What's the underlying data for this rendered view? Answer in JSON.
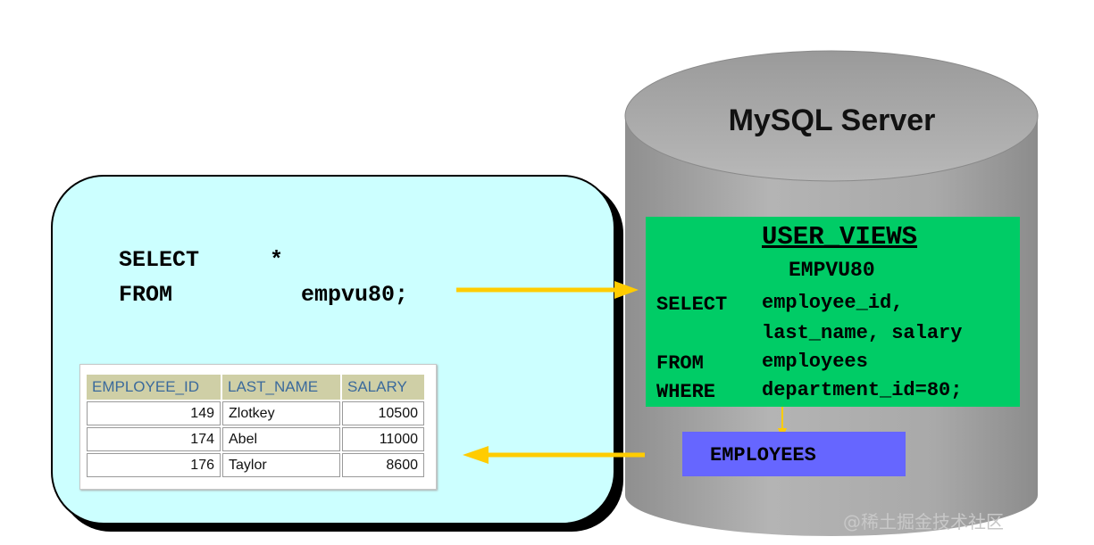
{
  "client": {
    "query_lines": [
      {
        "keyword": "SELECT",
        "value": "*"
      },
      {
        "keyword": "FROM",
        "value": "empvu80;"
      }
    ],
    "result_table": {
      "columns": [
        "EMPLOYEE_ID",
        "LAST_NAME",
        "SALARY"
      ],
      "rows": [
        [
          "149",
          "Zlotkey",
          "10500"
        ],
        [
          "174",
          "Abel",
          "11000"
        ],
        [
          "176",
          "Taylor",
          "8600"
        ]
      ]
    }
  },
  "server": {
    "title": "MySQL Server",
    "view_catalog": {
      "title": "USER_VIEWS",
      "view_name": "EMPVU80",
      "lines": [
        {
          "keyword": "SELECT",
          "text": "employee_id,"
        },
        {
          "keyword": "",
          "text": "last_name, salary"
        },
        {
          "keyword": "FROM",
          "text": "employees"
        },
        {
          "keyword": "WHERE",
          "text": "department_id=80;"
        }
      ]
    },
    "table_label": "EMPLOYEES"
  },
  "watermark": "@稀土掘金技术社区",
  "colors": {
    "client_panel": "#ccffff",
    "cylinder": "#a6a6a6",
    "view_box": "#00cc66",
    "table_box": "#6666ff",
    "arrow": "#ffcc00"
  }
}
